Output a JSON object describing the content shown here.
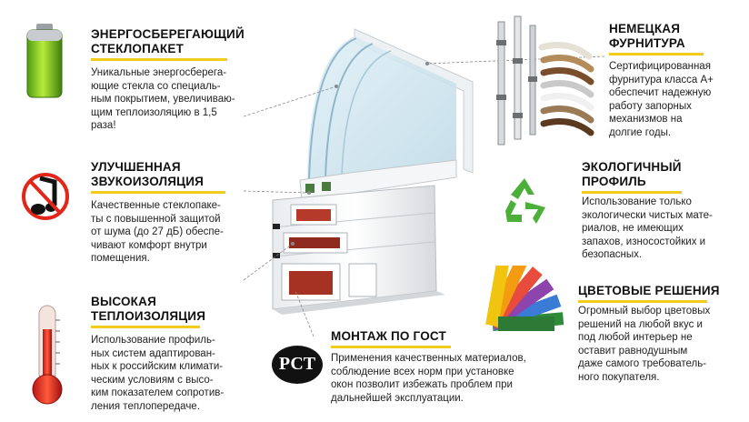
{
  "colors": {
    "accent": "#f2cc1c",
    "text": "#222222"
  },
  "features": {
    "energy": {
      "title_lines": [
        "ЭНЕРГОСБЕРЕГАЮЩИЙ",
        "СТЕКЛОПАКЕТ"
      ],
      "desc_lines": [
        "Уникальные энергосберега-",
        "ющие стекла со специаль-",
        "ным покрытием, увеличиваю-",
        "щим теплоизоляцию в 1,5",
        "раза!"
      ],
      "icon": "battery-icon"
    },
    "sound": {
      "title_lines": [
        "УЛУЧШЕННАЯ",
        "ЗВУКОИЗОЛЯЦИЯ"
      ],
      "desc_lines": [
        "Качественные стеклопаке-",
        "ты с повышенной защитой",
        "от шума (до 27 дБ) обеспе-",
        "чивают комфорт внутри",
        "помещения."
      ],
      "icon": "no-music-icon"
    },
    "heat": {
      "title_lines": [
        "ВЫСОКАЯ",
        "ТЕПЛОИЗОЛЯЦИЯ"
      ],
      "desc_lines": [
        "Использование профиль-",
        "ных систем адаптирован-",
        "ных к российским климати-",
        "ческим условиям с высо-",
        "ким показателем сопротив-",
        "ления теплопередаче."
      ],
      "icon": "thermometer-icon"
    },
    "gost": {
      "title_lines": [
        "МОНТАЖ ПО ГОСТ"
      ],
      "desc_lines": [
        "Применения качественных материалов,",
        "соблюдение всех норм при установке",
        "окон позволит избежать проблем при",
        "дальнейшей эксплуатации."
      ],
      "icon": "rst-logo-icon",
      "logo_text": "РСТ"
    },
    "hardware": {
      "title_lines": [
        "НЕМЕЦКАЯ",
        "ФУРНИТУРА"
      ],
      "desc_lines": [
        "Сертифицированная",
        "фурнитура класса А+",
        "обеспечит надежную",
        "работу запорных",
        "механизмов на",
        "долгие годы."
      ],
      "icon": "hardware-handles-icon"
    },
    "eco": {
      "title_lines": [
        "ЭКОЛОГИЧНЫЙ",
        "ПРОФИЛЬ"
      ],
      "desc_lines": [
        "Использование только",
        "экологически чистых мате-",
        "риалов, не имеющих",
        "запахов, износостойких и",
        "безопасных."
      ],
      "icon": "recycle-icon"
    },
    "color": {
      "title_lines": [
        "ЦВЕТОВЫЕ РЕШЕНИЯ"
      ],
      "desc_lines": [
        "Огромный выбор цветовых",
        "решений на любой вкус и",
        "под любой интерьер не",
        "оставит равнодушным",
        "даже самого требователь-",
        "ного покупателя."
      ],
      "icon": "color-palette-icon"
    }
  }
}
